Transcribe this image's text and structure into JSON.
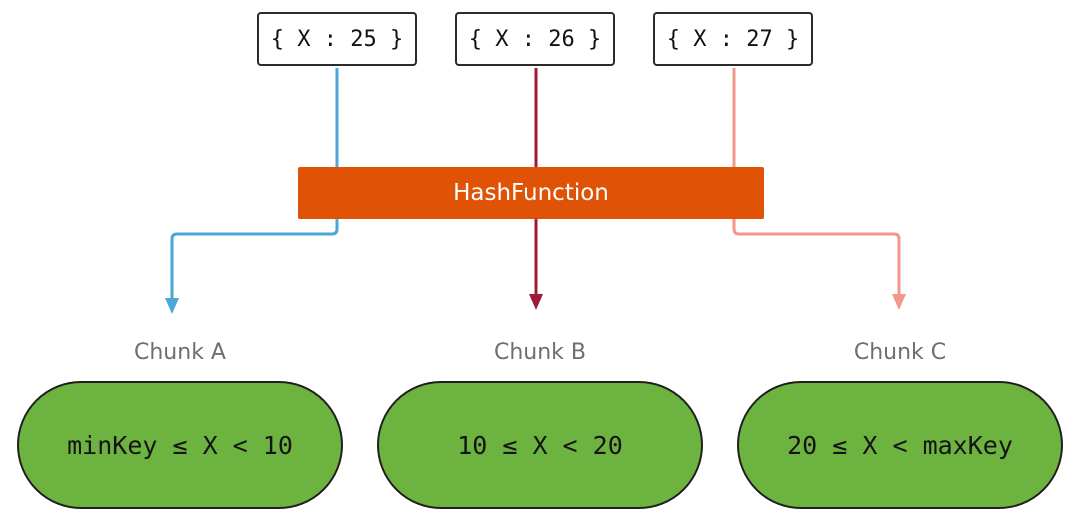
{
  "documents": [
    {
      "text": "{ X : 25 }",
      "color": "#4aa8d8"
    },
    {
      "text": "{ X : 26 }",
      "color": "#9b1b38"
    },
    {
      "text": "{ X : 27 }",
      "color": "#f2988a"
    }
  ],
  "hash_function": {
    "label": "HashFunction",
    "color": "#e05206"
  },
  "chunks": [
    {
      "title": "Chunk A",
      "range": "minKey ≤ X < 10"
    },
    {
      "title": "Chunk B",
      "range": "10 ≤ X < 20"
    },
    {
      "title": "Chunk C",
      "range": "20 ≤ X < maxKey"
    }
  ],
  "chunk_color": "#6db33f"
}
